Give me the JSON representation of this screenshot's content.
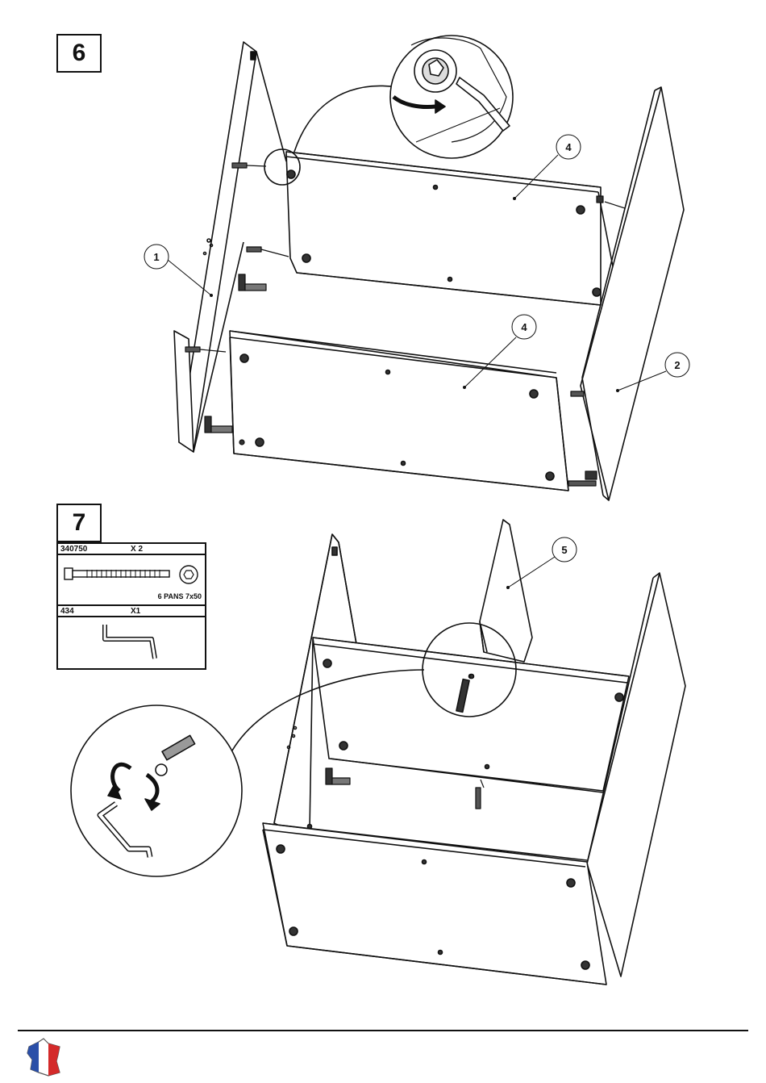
{
  "steps": {
    "step6": {
      "number": "6"
    },
    "step7": {
      "number": "7"
    }
  },
  "callouts": {
    "panel_1": "1",
    "panel_2": "2",
    "panel_4_back": "4",
    "panel_4_front": "4",
    "panel_5": "5"
  },
  "parts_table": {
    "rows": [
      {
        "code": "340750",
        "qty": "X   2",
        "spec": "6 PANS 7x50"
      },
      {
        "code": "434",
        "qty": "X1"
      }
    ]
  },
  "footer": {
    "flag_icon": "france-flag-icon"
  }
}
